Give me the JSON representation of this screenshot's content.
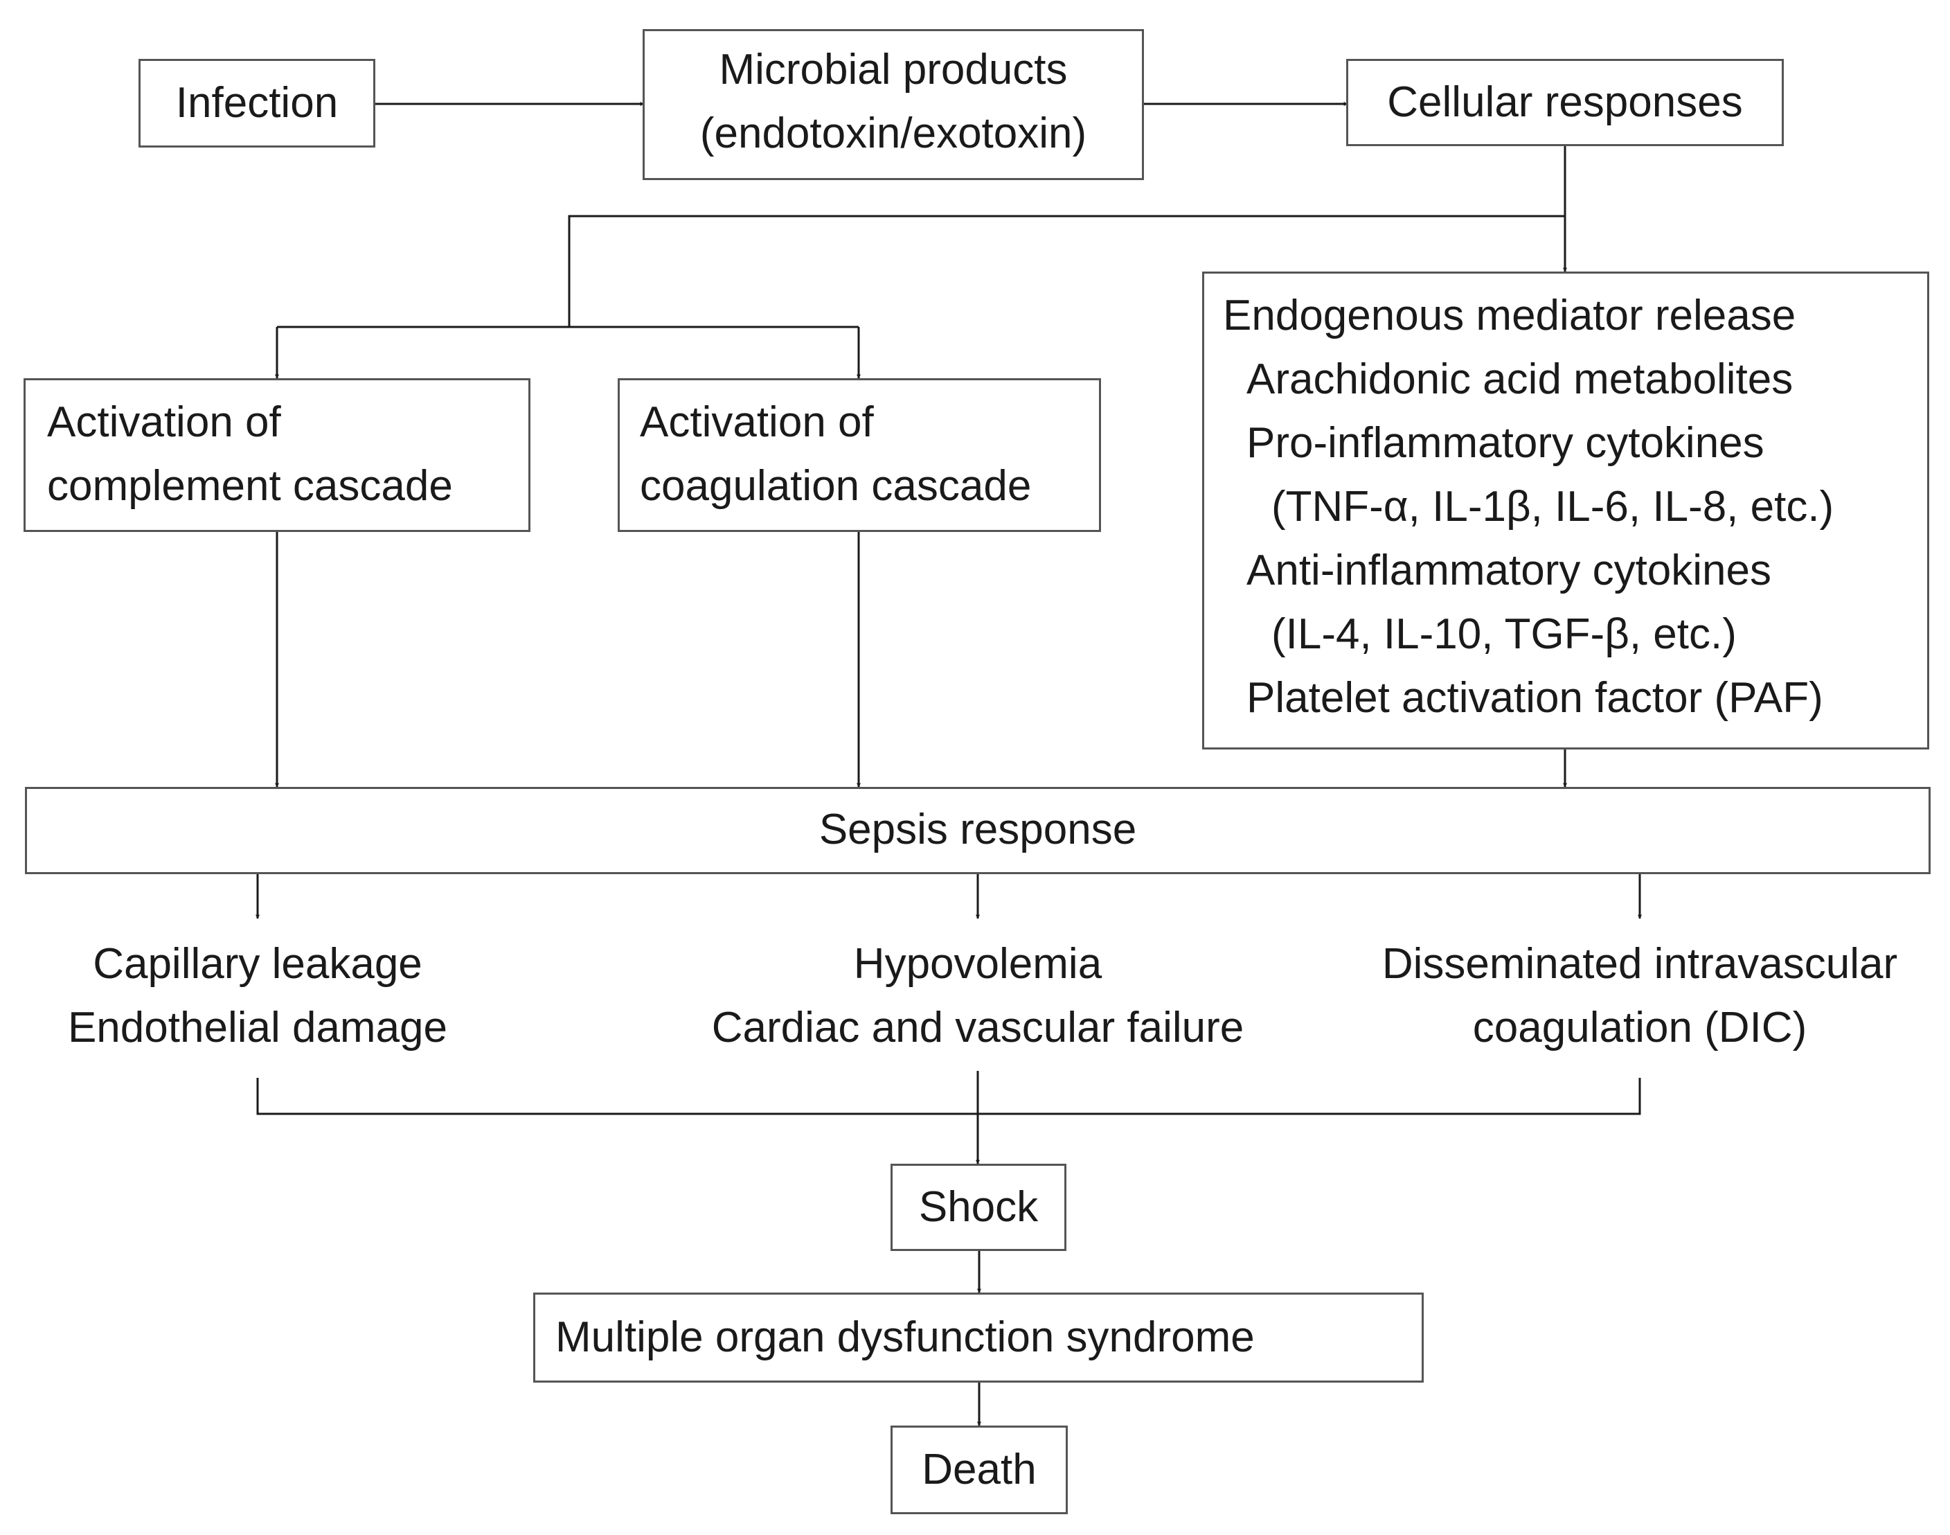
{
  "diagram": {
    "nodes": {
      "infection": {
        "lines": [
          "Infection"
        ]
      },
      "microbial_products": {
        "lines": [
          "Microbial products",
          "(endotoxin/exotoxin)"
        ]
      },
      "cellular_responses": {
        "lines": [
          "Cellular responses"
        ]
      },
      "complement": {
        "lines": [
          "Activation of",
          "complement cascade"
        ]
      },
      "coagulation": {
        "lines": [
          "Activation of",
          "coagulation cascade"
        ]
      },
      "mediator_release": {
        "lines": [
          "Endogenous mediator release",
          "Arachidonic acid metabolites",
          "Pro-inflammatory cytokines",
          "(TNF-α, IL-1β, IL-6, IL-8, etc.)",
          "Anti-inflammatory cytokines",
          "(IL-4, IL-10, TGF-β, etc.)",
          "Platelet activation factor (PAF)"
        ]
      },
      "sepsis_response": {
        "lines": [
          "Sepsis response"
        ]
      },
      "capillary": {
        "lines": [
          "Capillary leakage",
          "Endothelial damage"
        ]
      },
      "hypovolemia": {
        "lines": [
          "Hypovolemia",
          "Cardiac and vascular failure"
        ]
      },
      "dic": {
        "lines": [
          "Disseminated intravascular",
          "coagulation (DIC)"
        ]
      },
      "shock": {
        "lines": [
          "Shock"
        ]
      },
      "mods": {
        "lines": [
          "Multiple organ dysfunction syndrome"
        ]
      },
      "death": {
        "lines": [
          "Death"
        ]
      }
    },
    "colors": {
      "line": "#1a1a1a",
      "box_border": "#555555",
      "text": "#1a1a1a"
    }
  }
}
